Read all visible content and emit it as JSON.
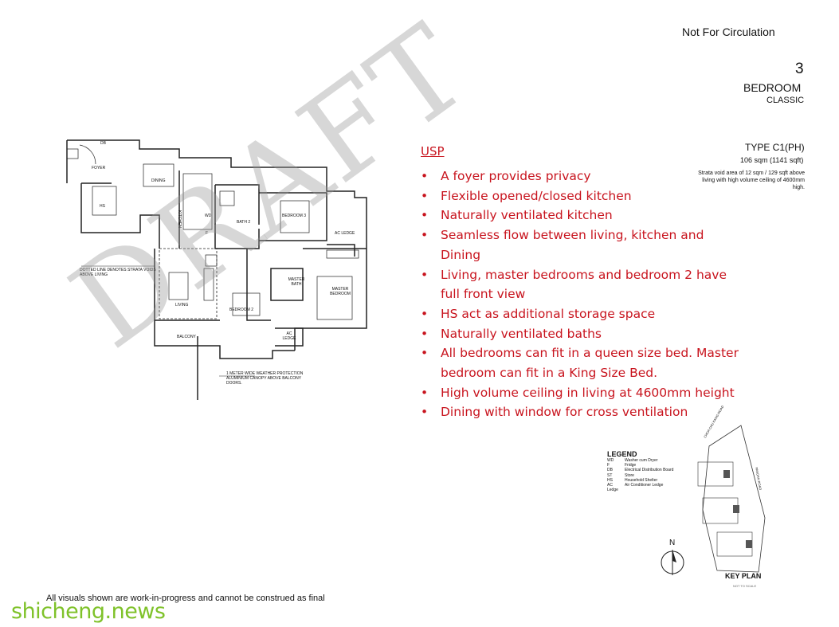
{
  "header": {
    "circulation_note": "Not For Circulation",
    "bedroom_count": "3",
    "bedroom_label": "BEDROOM",
    "category": "CLASSIC"
  },
  "unit": {
    "type": "TYPE C1(PH)",
    "area": "106 sqm  (1141 sqft)",
    "void_note": "Strata void area of 12 sqm / 129 sqft above living with high volume ceiling of 4600mm high."
  },
  "usp": {
    "title": "USP",
    "items": [
      "A foyer provides privacy",
      "Flexible opened/closed kitchen",
      "Naturally ventilated kitchen",
      "Seamless flow between living, kitchen and Dining",
      "Living, master bedrooms and bedroom 2 have full front view",
      "HS act as additional storage space",
      "Naturally ventilated baths",
      "All bedrooms can fit in a queen size bed. Master bedroom can fit in a King Size Bed.",
      "High volume ceiling in living at  4600mm height",
      "Dining with window for cross ventilation"
    ]
  },
  "watermark_draft": "DRAFT",
  "floorplan": {
    "labels": {
      "db": "DB",
      "foyer": "FOYER",
      "dining": "DINING",
      "hs": "HS",
      "kitchen": "KITCHEN",
      "wd": "WD",
      "f": "F",
      "bath2": "BATH 2",
      "bedroom3": "BEDROOM 3",
      "ac_ledge_top": "AC LEDGE",
      "master_bath": "MASTER BATH",
      "master_bedroom": "MASTER BEDROOM",
      "living": "LIVING",
      "bedroom2": "BEDROOM 2",
      "ac_ledge_bottom": "AC LEDGE",
      "balcony": "BALCONY",
      "dotted_note": "DOTTED LINE DENOTES STRATA VOIDS ABOVE LIVING",
      "canopy_note": "1 METER WIDE WEATHER PROTECTION ALUMINIUM CANOPY ABOVE BALCONY DOORS."
    }
  },
  "legend": {
    "title": "LEGEND",
    "rows": [
      {
        "key": "WD",
        "value": "Washer cum Dryer"
      },
      {
        "key": "F",
        "value": "Fridge"
      },
      {
        "key": "DB",
        "value": "Electrical Distribution Board"
      },
      {
        "key": "ST",
        "value": "Store"
      },
      {
        "key": "HS",
        "value": "Household Shelter"
      },
      {
        "key": "AC Ledge",
        "value": "Air Conditioner Ledge"
      }
    ]
  },
  "keyplan": {
    "title": "KEY PLAN",
    "subtitle": "NOT TO SCALE",
    "north": "N",
    "road_1": "CHOA CHU KANG ROAD",
    "road_2": "PANDAN ROAD"
  },
  "footer": {
    "disclaimer": "All visuals shown are work-in-progress and cannot be construed as final",
    "watermark": "shicheng.news"
  }
}
